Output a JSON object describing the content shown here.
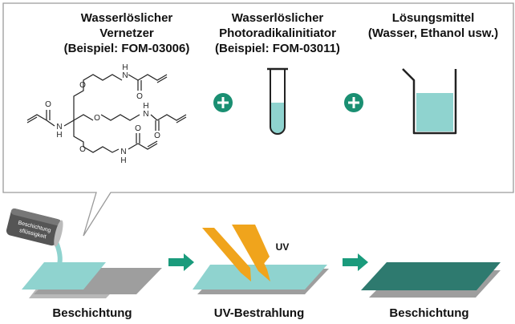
{
  "components": [
    {
      "line1": "Wasserlöslicher",
      "line2": "Vernetzer",
      "line3": "(Beispiel: FOM-03006)"
    },
    {
      "line1": "Wasserlöslicher",
      "line2": "Photoradikalinitiator",
      "line3": "(Beispiel: FOM-03011)"
    },
    {
      "line1": "Lösungsmittel",
      "line2": "(Wasser, Ethanol usw.)"
    }
  ],
  "molecule_labels": {
    "n_left": "N",
    "h_left": "H",
    "n_top": "N",
    "h_top": "H",
    "n_mid": "N",
    "h_mid": "H",
    "n_bot": "N",
    "h_bot": "H"
  },
  "can_label_line1": "Beschichtung",
  "can_label_line2": "sflüssigkeit",
  "uv_label": "UV",
  "steps": [
    "Beschichtung",
    "UV-Bestrahlung",
    "Beschichtung"
  ],
  "colors": {
    "plus": "#1a8f72",
    "arrow": "#1a9b7c",
    "liquid": "#8fd3cf",
    "coated": "#2e7a6f",
    "uv": "#f0a41c",
    "substrate": "#9e9e9e"
  }
}
